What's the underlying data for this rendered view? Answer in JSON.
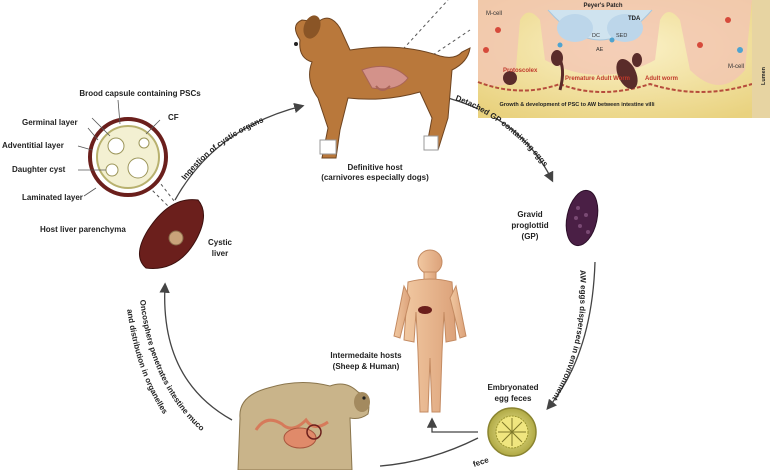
{
  "definitive_host": {
    "name": "Definitive host",
    "desc": "(carnivores especially dogs)"
  },
  "inset": {
    "peyers_patch": "Peyer's Patch",
    "m_cell_left": "M-cell",
    "m_cell_right": "M-cell",
    "tda": "TDA",
    "dc": "DC",
    "sed": "SED",
    "ae": "AE",
    "protoscolex": "Protoscolex",
    "premature_adult_worm": "Premature Adult Worm",
    "adult_worm": "Adult worm",
    "growth_caption": "Growth & development of PSC to AW between intestine villi",
    "lumen": "Lumen"
  },
  "cyst": {
    "brood_capsule": "Brood capsule containing PSCs",
    "cf": "CF",
    "germinal_layer": "Germinal layer",
    "adventitial_layer": "Adventitial layer",
    "daughter_cyst": "Daughter cyst",
    "laminated_layer": "Laminated layer",
    "host_liver": "Host liver parenchyma"
  },
  "cystic_liver": {
    "line1": "Cystic",
    "line2": "liver"
  },
  "gravid": {
    "line1": "Gravid",
    "line2": "proglottid",
    "line3": "(GP)"
  },
  "intermediate": {
    "line1": "Intermedaite hosts",
    "line2": "(Sheep & Human)"
  },
  "egg": {
    "line1": "Embryonated",
    "line2": "egg feces"
  },
  "arrows": {
    "ingestion": "Ingestion of cystic organs",
    "detached": "Detached GP containing eggs",
    "dispersed": "AW eggs dispersed in environment",
    "oncosphere_line1": "Oncosphere penetrates intestine mucosa",
    "oncosphere_line2": "and distribution in organelles",
    "bottom_fragment": "fece"
  },
  "colors": {
    "arrow": "#444444",
    "inset_bg": "#f3e3a8",
    "liver": "#6b1f1c",
    "proglottid": "#4a1f45",
    "egg": "#d9d37a",
    "human_skin": "#e9b98f",
    "dog": "#b9783b",
    "sheep": "#c9b48a"
  }
}
